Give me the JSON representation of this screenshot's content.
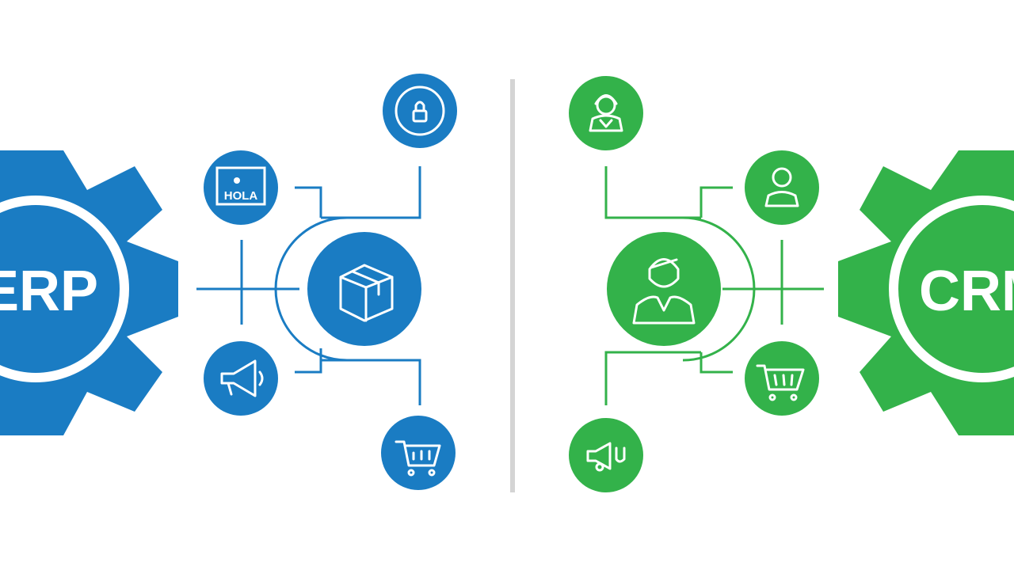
{
  "erp": {
    "label": "ERP",
    "color": "#1a7cc3",
    "hub_icon": "box-icon",
    "icons": [
      "lock-icon",
      "screen-icon",
      "megaphone-icon",
      "cart-icon"
    ],
    "screen_icon_text": "HOLA"
  },
  "crm": {
    "label": "CRM",
    "color": "#33b24a",
    "hub_icon": "person-icon",
    "icons": [
      "support-agent-icon",
      "user-icon",
      "cart-icon",
      "megaphone-icon"
    ]
  },
  "divider_color": "#d4d4d4"
}
